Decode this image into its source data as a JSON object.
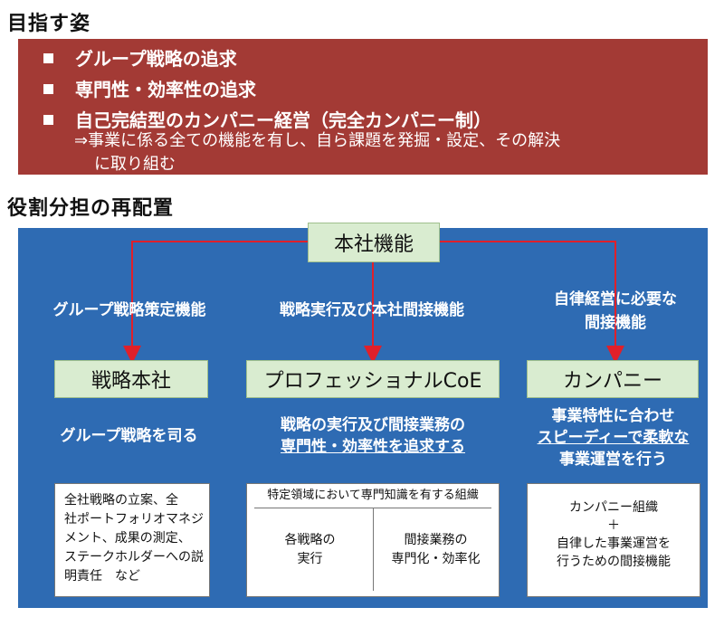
{
  "title_goal": "目指す姿",
  "goals": [
    "グループ戦略の追求",
    "専門性・効率性の追求",
    "自己完結型のカンパニー経営（完全カンパニー制）"
  ],
  "goal_sub": [
    "⇒事業に係る全ての機能を有し、自ら課題を発掘・設定、その解決",
    "に取り組む"
  ],
  "title_roles": "役割分担の再配置",
  "hq": "本社機能",
  "functions": {
    "left": "グループ戦略策定機能",
    "center": "戦略実行及び本社間接機能",
    "right_line1": "自律経営に必要な",
    "right_line2": "間接機能"
  },
  "units": {
    "left": "戦略本社",
    "center": "プロフェッショナルCoE",
    "right": "カンパニー"
  },
  "descriptions": {
    "left": "グループ戦略を司る",
    "center_line1": "戦略の実行及び間接業務の",
    "center_line2": "専門性・効率性を追求する",
    "right_line1": "事業特性に合わせ",
    "right_line2": "スピーディーで柔軟な",
    "right_line3": "事業運営を行う"
  },
  "details": {
    "left": [
      "全社戦略の立案、全",
      "社ポートフォリオマネジ",
      "メント、成果の測定、",
      "ステークホルダーへの説",
      "明責任　など"
    ],
    "center_header": "特定領域において専門知識を有する組織",
    "center_col1": [
      "各戦略の",
      "実行"
    ],
    "center_col2": [
      "間接業務の",
      "専門化・効率化"
    ],
    "right": [
      "カンパニー組織",
      "＋",
      "自律した事業運営を",
      "行うための間接機能"
    ]
  },
  "colors": {
    "goal_bg": "#a33a35",
    "role_bg": "#2e6bb3",
    "box_green": "#d9ecd0",
    "arrow_red": "#e0202a"
  }
}
